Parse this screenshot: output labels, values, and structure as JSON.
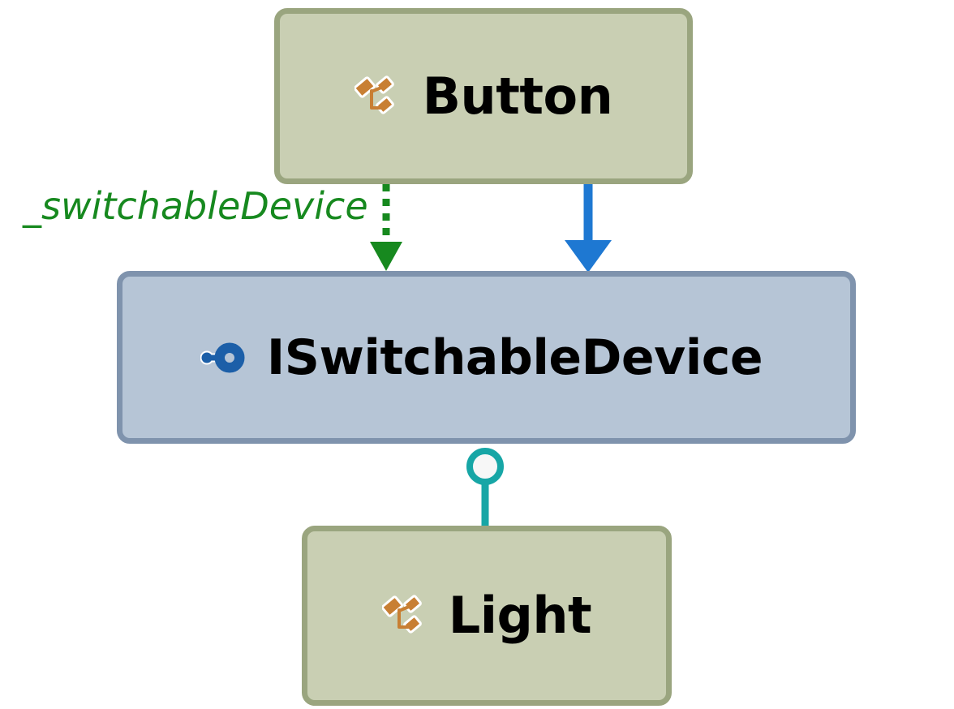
{
  "diagram": {
    "type": "uml-class-diagram",
    "background_color": "#ffffff",
    "nodes": [
      {
        "id": "button",
        "label": "Button",
        "kind": "class",
        "icon": "class-icon",
        "fill_color": "#c9cfb3",
        "border_color": "#9aa57f"
      },
      {
        "id": "iswitchabledevice",
        "label": "ISwitchableDevice",
        "kind": "interface",
        "icon": "interface-icon",
        "fill_color": "#b6c5d6",
        "border_color": "#7f93ad"
      },
      {
        "id": "light",
        "label": "Light",
        "kind": "class",
        "icon": "class-icon",
        "fill_color": "#c9cfb3",
        "border_color": "#9aa57f"
      }
    ],
    "edges": [
      {
        "id": "association",
        "from": "button",
        "to": "iswitchabledevice",
        "label": "_switchableDevice",
        "style": "dotted",
        "color": "#17891f",
        "arrow": "filled-arrowhead"
      },
      {
        "id": "dependency",
        "from": "button",
        "to": "iswitchabledevice",
        "label": "",
        "style": "solid",
        "color": "#1e78d2",
        "arrow": "filled-arrowhead"
      },
      {
        "id": "realization",
        "from": "light",
        "to": "iswitchabledevice",
        "label": "",
        "style": "solid",
        "color": "#17a6a6",
        "arrow": "lollipop-socket"
      }
    ],
    "colors": {
      "class_fill": "#c9cfb3",
      "class_border": "#9aa57f",
      "interface_fill": "#b6c5d6",
      "interface_border": "#7f93ad",
      "association_green": "#17891f",
      "dependency_blue": "#1e78d2",
      "realization_teal": "#17a6a6",
      "class_icon_orange": "#c87f33",
      "interface_icon_blue": "#1c5fa8"
    }
  }
}
